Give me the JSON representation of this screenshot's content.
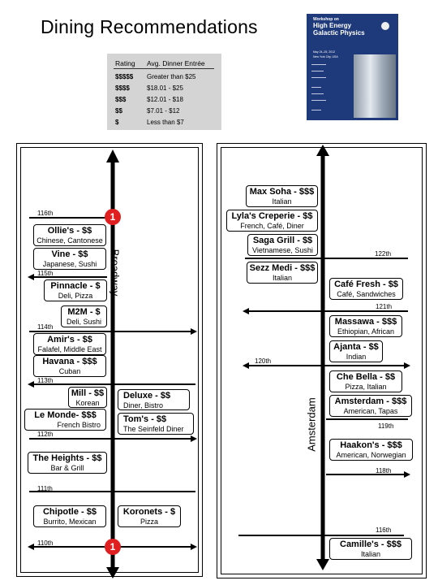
{
  "title": "Dining Recommendations",
  "legend": {
    "header": {
      "rating": "Rating",
      "price": "Avg. Dinner Entrée"
    },
    "rows": [
      {
        "rating": "$$$$$",
        "price": "Greater than $25"
      },
      {
        "rating": "$$$$",
        "price": "$18.01 - $25"
      },
      {
        "rating": "$$$",
        "price": "$12.01 - $18"
      },
      {
        "rating": "$$",
        "price": "$7.01 - $12"
      },
      {
        "rating": "$",
        "price": "Less than $7"
      }
    ]
  },
  "poster": {
    "line1": "Workshop on",
    "line2": "High Energy Galactic Physics",
    "date": "May 24–25, 2012",
    "city": "New York City, USA"
  },
  "left_map": {
    "avenue": "Broadway",
    "streets": [
      "116th",
      "115th",
      "114th",
      "113th",
      "112th",
      "111th",
      "110th"
    ],
    "markers": [
      "1",
      "1"
    ],
    "restaurants": [
      {
        "name": "Ollie's - $$",
        "desc": "Chinese, Cantonese"
      },
      {
        "name": "Vine - $$",
        "desc": "Japanese, Sushi"
      },
      {
        "name": "Pinnacle - $",
        "desc": "Deli, Pizza"
      },
      {
        "name": "M2M - $",
        "desc": "Deli, Sushi"
      },
      {
        "name": "Amir's - $$",
        "desc": "Falafel, Middle East"
      },
      {
        "name": "Havana - $$$",
        "desc": "Cuban"
      },
      {
        "name": "Mill - $$",
        "desc": "Korean"
      },
      {
        "name": "Deluxe - $$",
        "desc": "Diner, Bistro"
      },
      {
        "name": "Le Monde- $$$",
        "desc": "French Bistro"
      },
      {
        "name": "Tom's - $$",
        "desc": "The Seinfeld Diner"
      },
      {
        "name": "The Heights - $$",
        "desc": "Bar & Grill"
      },
      {
        "name": "Chipotle - $$",
        "desc": "Burrito, Mexican"
      },
      {
        "name": "Koronets - $",
        "desc": "Pizza"
      }
    ]
  },
  "right_map": {
    "avenue": "Amsterdam",
    "streets": [
      "122th",
      "121th",
      "120th",
      "119th",
      "118th",
      "116th"
    ],
    "restaurants": [
      {
        "name": "Max Soha - $$$",
        "desc": "Italian"
      },
      {
        "name": "Lyla's Creperie - $$",
        "desc": "French, Café, Diner"
      },
      {
        "name": "Saga Grill - $$",
        "desc": "Vietnamese, Sushi"
      },
      {
        "name": "Sezz Medi - $$$",
        "desc": "Italian"
      },
      {
        "name": "Café Fresh - $$",
        "desc": "Café, Sandwiches"
      },
      {
        "name": "Massawa - $$$",
        "desc": "Ethiopian, African"
      },
      {
        "name": "Ajanta - $$",
        "desc": "Indian"
      },
      {
        "name": "Che Bella - $$",
        "desc": "Pizza, Italian"
      },
      {
        "name": "Amsterdam - $$$",
        "desc": "American, Tapas"
      },
      {
        "name": "Haakon's - $$$",
        "desc": "American, Norwegian"
      },
      {
        "name": "Camille's - $$$",
        "desc": "Italian"
      }
    ]
  },
  "colors": {
    "marker": "#e02020",
    "legend_bg": "#d4d4d4",
    "poster_bg": "#1f3a7a"
  }
}
